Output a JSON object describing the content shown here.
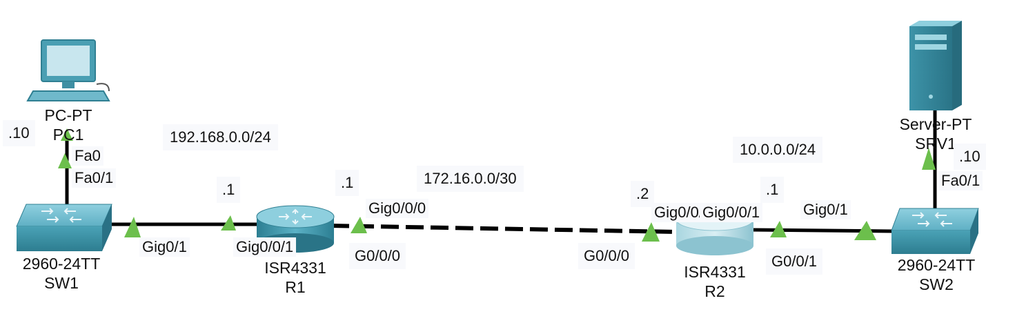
{
  "devices": {
    "pc1": {
      "model": "PC-PT",
      "name": "PC1"
    },
    "sw1": {
      "model": "2960-24TT",
      "name": "SW1"
    },
    "r1": {
      "model": "ISR4331",
      "name": "R1"
    },
    "r2": {
      "model": "ISR4331",
      "name": "R2"
    },
    "sw2": {
      "model": "2960-24TT",
      "name": "SW2"
    },
    "srv1": {
      "model": "Server-PT",
      "name": "SRV1"
    }
  },
  "networks": {
    "lan1": "192.168.0.0/24",
    "wan": "172.16.0.0/30",
    "lan2": "10.0.0.0/24"
  },
  "host_addresses": {
    "pc1": ".10",
    "r1_lan": ".1",
    "r1_wan": ".1",
    "r2_wan": ".2",
    "r2_lan": ".1",
    "srv1": ".10"
  },
  "interfaces": {
    "pc1_fa0": "Fa0",
    "sw1_fa0_1": "Fa0/1",
    "sw1_gig0_1": "Gig0/1",
    "r1_gig0_0_1": "Gig0/0/1",
    "r1_gig0_0_0_top": "Gig0/0/0",
    "r1_g0_0_0": "G0/0/0",
    "r2_g0_0_0": "G0/0/0",
    "r2_gig0_0_0": "Gig0/0/0",
    "r2_gig0_0_1": "Gig0/0/1",
    "r2_g0_0_1": "G0/0/1",
    "sw2_gig0_1": "Gig0/1",
    "sw2_fa0_1": "Fa0/1"
  },
  "colors": {
    "link": "#000000",
    "link_up_marker": "#6cbf4c",
    "device_teal": "#4a9fb3",
    "device_dark": "#2f7f92",
    "label_bg": "#f8f9fc"
  }
}
